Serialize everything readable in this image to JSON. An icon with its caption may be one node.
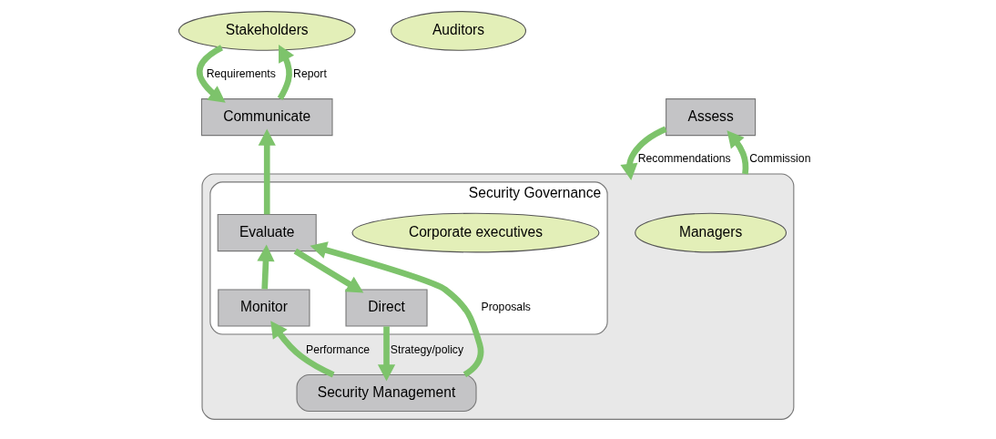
{
  "diagram": {
    "nodes": [
      {
        "text": [
          "Stakeholders"
        ]
      },
      {
        "text": [
          "Auditors"
        ]
      },
      {
        "text": [
          "Assess"
        ]
      },
      {
        "text": [],
        "shape": "box"
      },
      {
        "text": [
          "Security Governance"
        ],
        "in": 3
      },
      {
        "text": [
          "Communicate"
        ]
      },
      {
        "text": [
          "Corporate executives"
        ],
        "in": 4
      },
      {
        "text": [
          "Evaluate"
        ],
        "in": 4
      },
      {
        "text": [
          "Direct"
        ],
        "in": 4
      },
      {
        "text": [
          "Monitor"
        ],
        "in": 4
      },
      {
        "text": [
          "Managers"
        ],
        "in": 3
      },
      {
        "text": [
          "Security Management"
        ],
        "in": 3
      }
    ],
    "edges": [
      {
        "from": 0,
        "to": 5,
        "arrow": "to",
        "label": "Requirements"
      },
      {
        "from": 5,
        "to": 0,
        "arrow": "to",
        "label": "Report"
      },
      {
        "from": 2,
        "to": 3,
        "arrow": "to",
        "label": "Recommendations"
      },
      {
        "from": 3,
        "to": 2,
        "arrow": "to",
        "label": "Commission"
      },
      {
        "from": 7,
        "to": 5,
        "arrow": "to"
      },
      {
        "from": 7,
        "to": 8,
        "arrow": "to"
      },
      {
        "from": 9,
        "to": 7,
        "arrow": "to"
      },
      {
        "from": 8,
        "to": 11,
        "arrow": "to",
        "label": "Strategy/policy"
      },
      {
        "from": 11,
        "to": 7,
        "arrow": "to",
        "label": "Proposals"
      },
      {
        "from": 11,
        "to": 9,
        "arrow": "to",
        "label": "Performance"
      }
    ]
  }
}
